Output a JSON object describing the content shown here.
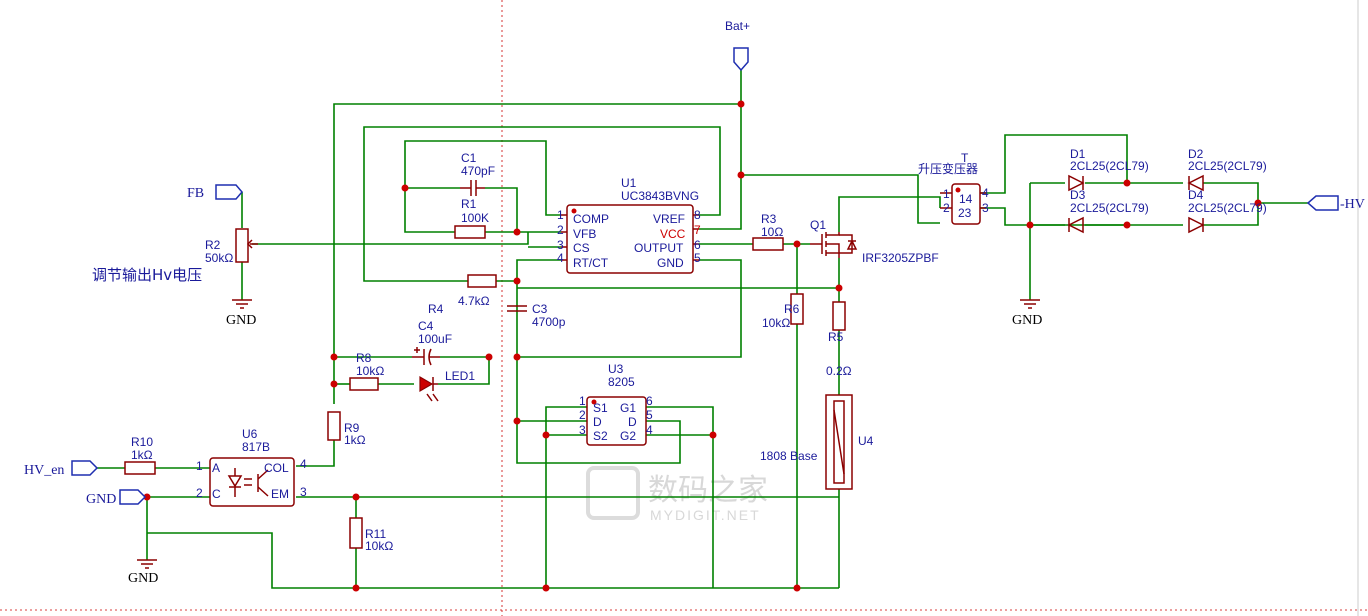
{
  "nets": {
    "bat_plus": "Bat+",
    "fb": "FB",
    "hv_minus": "-HV",
    "hv_en": "HV_en",
    "gnd": "GND"
  },
  "notes": {
    "adjust": "调节输出Hv电压"
  },
  "watermark": {
    "cn": "数码之家",
    "en": "MYDIGIT.NET"
  },
  "parts": {
    "u1": {
      "ref": "U1",
      "value": "UC3843BVNG",
      "pins": {
        "comp": "COMP",
        "vfb": "VFB",
        "cs": "CS",
        "rtct": "RT/CT",
        "vref": "VREF",
        "vcc": "VCC",
        "output": "OUTPUT",
        "gnd": "GND"
      },
      "nums": [
        "1",
        "2",
        "3",
        "4",
        "8",
        "7",
        "6",
        "5"
      ]
    },
    "c1": {
      "ref": "C1",
      "value": "470pF"
    },
    "r1": {
      "ref": "R1",
      "value": "100K"
    },
    "r2": {
      "ref": "R2",
      "value": "50kΩ"
    },
    "r3": {
      "ref": "R3",
      "value": "10Ω"
    },
    "q1": {
      "ref": "Q1",
      "value": "IRF3205ZPBF"
    },
    "t1": {
      "ref": "T",
      "value": "升压变压器",
      "pins": [
        "1",
        "2",
        "4",
        "3"
      ],
      "inner1": "14",
      "inner2": "23"
    },
    "d1": {
      "ref": "D1",
      "value": "2CL25(2CL79)"
    },
    "d2": {
      "ref": "D2",
      "value": "2CL25(2CL79)"
    },
    "d3": {
      "ref": "D3",
      "value": "2CL25(2CL79)"
    },
    "d4": {
      "ref": "D4",
      "value": "2CL25(2CL79)"
    },
    "r4": {
      "ref": "R4",
      "value": "4.7kΩ"
    },
    "c3": {
      "ref": "C3",
      "value": "4700p"
    },
    "r6": {
      "ref": "R6",
      "value": "10kΩ"
    },
    "r5": {
      "ref": "R5",
      "value": "0.2Ω"
    },
    "c4": {
      "ref": "C4",
      "value": "100uF"
    },
    "r8": {
      "ref": "R8",
      "value": "10kΩ"
    },
    "led1": {
      "ref": "LED1"
    },
    "u3": {
      "ref": "U3",
      "value": "8205",
      "pins": {
        "s1": "S1",
        "d_l": "D",
        "s2": "S2",
        "g1": "G1",
        "d_r": "D",
        "g2": "G2"
      },
      "nums": [
        "1",
        "2",
        "3",
        "6",
        "5",
        "4"
      ]
    },
    "u4": {
      "ref": "U4",
      "value": "1808 Base"
    },
    "r9": {
      "ref": "R9",
      "value": "1kΩ"
    },
    "r10": {
      "ref": "R10",
      "value": "1kΩ"
    },
    "u6": {
      "ref": "U6",
      "value": "817B",
      "pins": {
        "a": "A",
        "c": "C",
        "col": "COL",
        "em": "EM"
      },
      "nums": [
        "1",
        "2",
        "4",
        "3"
      ]
    },
    "r11": {
      "ref": "R11",
      "value": "10kΩ"
    }
  }
}
